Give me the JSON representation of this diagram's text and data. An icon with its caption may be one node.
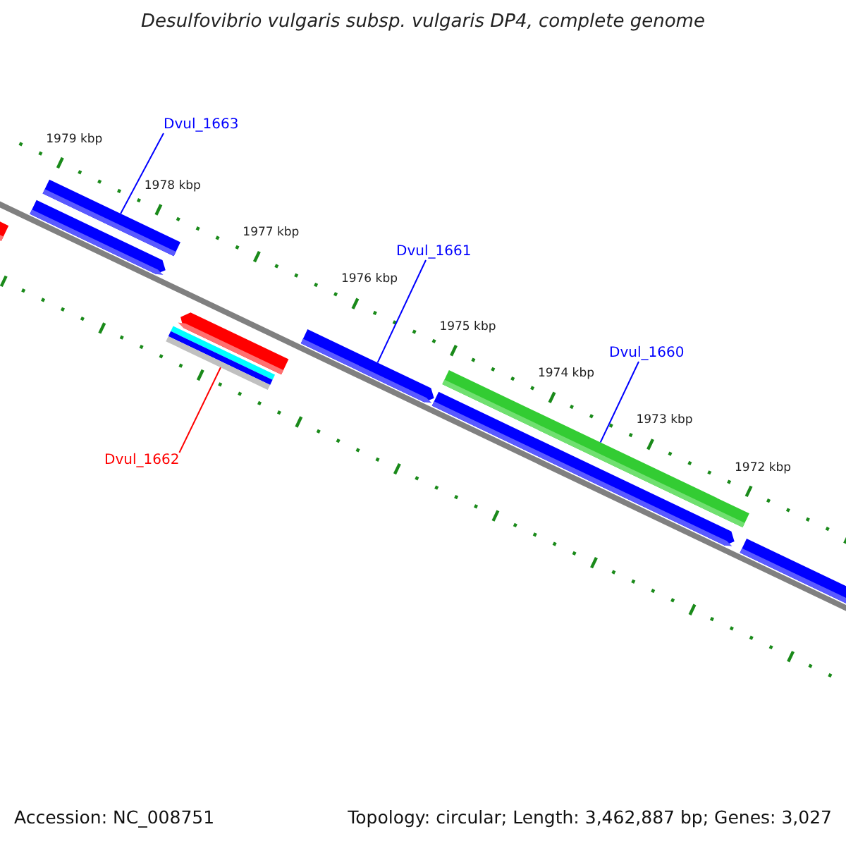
{
  "diagram": {
    "title": "Desulfovibrio vulgaris subsp. vulgaris DP4, complete genome",
    "nodes": [
      {
        "text": [
          "Dvul_1663"
        ]
      },
      {
        "text": [],
        "shape": "bar"
      },
      {
        "text": [
          "Dvul_1662"
        ]
      },
      {
        "text": [],
        "shape": "bar"
      },
      {
        "text": [
          "Dvul_1661"
        ]
      },
      {
        "text": [],
        "shape": "bar"
      },
      {
        "text": [
          "Dvul_1660"
        ]
      },
      {
        "text": [],
        "shape": "bar"
      }
    ],
    "edges": [
      {
        "from": 0,
        "to": 1,
        "arrow": "none"
      },
      {
        "from": 2,
        "to": 3,
        "arrow": "none",
        "color": "#ff0000"
      },
      {
        "from": 4,
        "to": 5,
        "arrow": "none"
      },
      {
        "from": 6,
        "to": 7,
        "arrow": "none"
      }
    ],
    "labels": [
      "1979 kbp",
      "1978 kbp",
      "1977 kbp",
      "1976 kbp",
      "1975 kbp",
      "1974 kbp",
      "1973 kbp",
      "1972 kbp",
      "Accession: NC_008751",
      "Topology: circular; Length: 3,462,887 bp; Genes: 3,027"
    ]
  }
}
